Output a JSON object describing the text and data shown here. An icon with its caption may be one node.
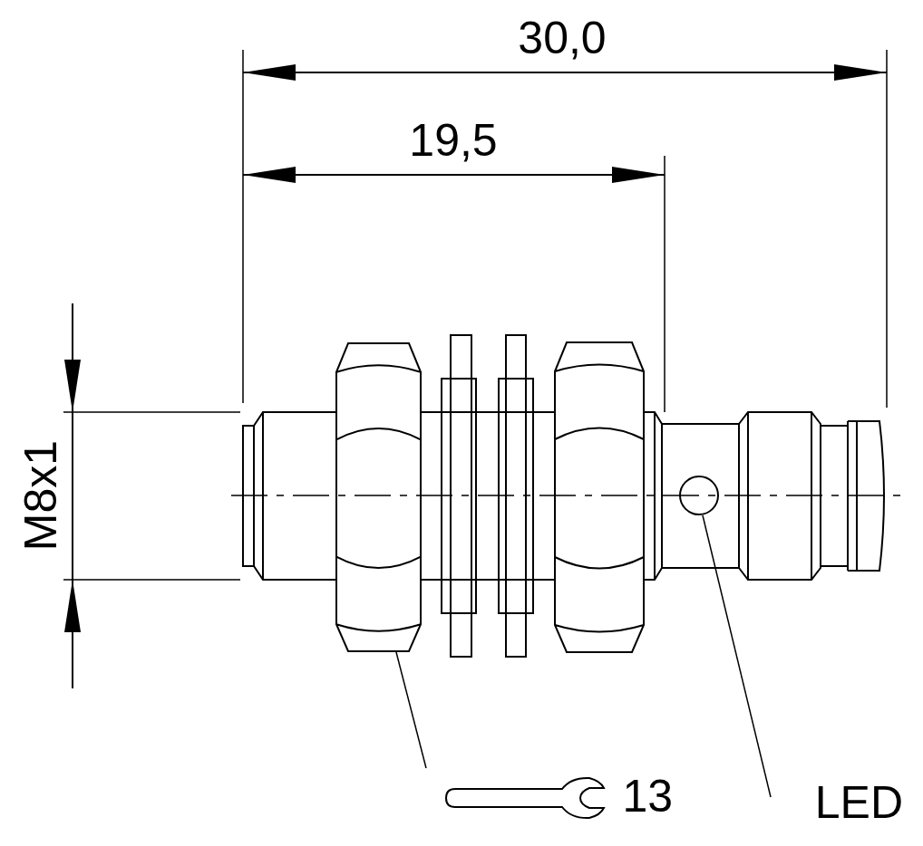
{
  "diagram": {
    "nodes": [
      {
        "text": [],
        "shape": "picture"
      },
      {
        "text": [
          "13"
        ]
      },
      {
        "text": [],
        "shape": "circle"
      },
      {
        "text": [
          "LED"
        ]
      }
    ],
    "edges": [
      {
        "from": 1,
        "to": 0,
        "arrow": "none"
      },
      {
        "from": 3,
        "to": 2,
        "arrow": "none"
      }
    ],
    "labels": [
      "30,0",
      "19,5",
      "M8x1"
    ]
  }
}
